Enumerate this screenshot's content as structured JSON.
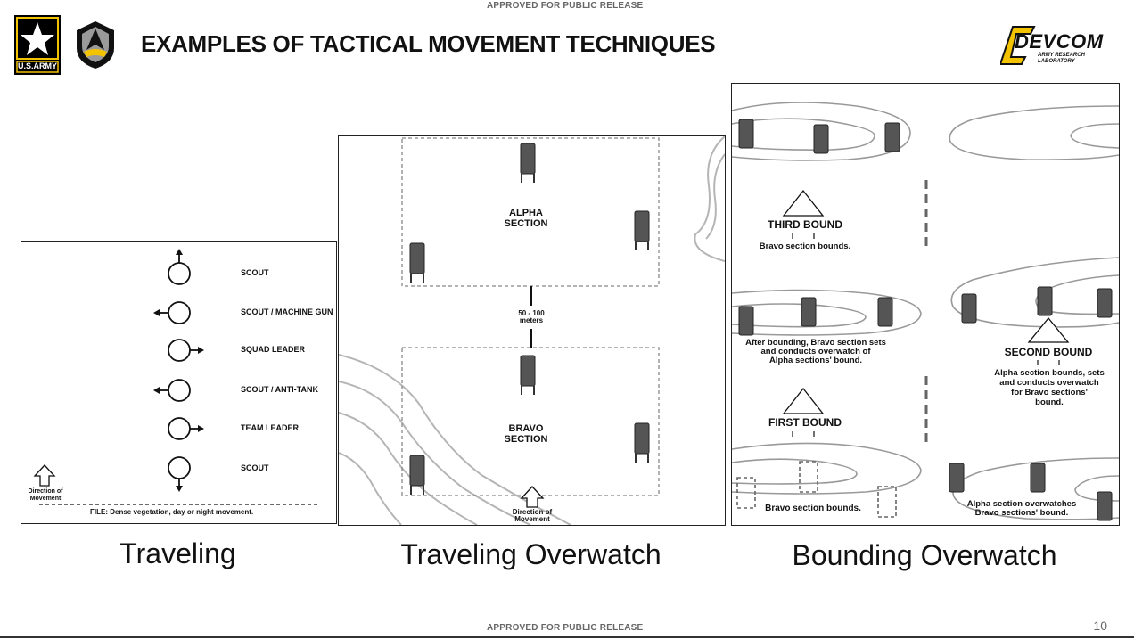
{
  "header": {
    "release_top": "APPROVED FOR PUBLIC RELEASE",
    "title": "EXAMPLES OF TACTICAL MOVEMENT TECHNIQUES",
    "army_logo_text": "U.S.ARMY",
    "devcom_logo_text": "DEVCOM",
    "devcom_sub1": "ARMY RESEARCH",
    "devcom_sub2": "LABORATORY"
  },
  "traveling": {
    "caption": "Traveling",
    "positions": [
      {
        "label": "SCOUT",
        "arrow": "up"
      },
      {
        "label": "SCOUT / MACHINE GUN",
        "arrow": "left"
      },
      {
        "label": "SQUAD LEADER",
        "arrow": "right"
      },
      {
        "label": "SCOUT / ANTI-TANK",
        "arrow": "left"
      },
      {
        "label": "TEAM LEADER",
        "arrow": "right"
      },
      {
        "label": "SCOUT",
        "arrow": "down"
      }
    ],
    "direction_line1": "Direction of",
    "direction_line2": "Movement",
    "file_note": "FILE: Dense vegetation, day or night movement."
  },
  "traveling_overwatch": {
    "caption": "Traveling Overwatch",
    "alpha_line1": "ALPHA",
    "alpha_line2": "SECTION",
    "distance_line1": "50 - 100",
    "distance_line2": "meters",
    "bravo_line1": "BRAVO",
    "bravo_line2": "SECTION",
    "direction_line1": "Direction of",
    "direction_line2": "Movement"
  },
  "bounding_overwatch": {
    "caption": "Bounding Overwatch",
    "third_bound": "THIRD BOUND",
    "third_note": "Bravo section bounds.",
    "after_line1": "After bounding, Bravo section sets",
    "after_line2": "and conducts overwatch of",
    "after_line3": "Alpha sections' bound.",
    "second_bound": "SECOND BOUND",
    "second_line1": "Alpha section bounds, sets",
    "second_line2": "and conducts overwatch",
    "second_line3": "for Bravo sections'",
    "second_line4": "bound.",
    "first_bound": "FIRST BOUND",
    "first_note": "Bravo section bounds.",
    "alpha_watch_line1": "Alpha section overwatches",
    "alpha_watch_line2": "Bravo sections' bound."
  },
  "footer": {
    "release_bottom": "APPROVED FOR PUBLIC RELEASE",
    "page_number": "10"
  }
}
